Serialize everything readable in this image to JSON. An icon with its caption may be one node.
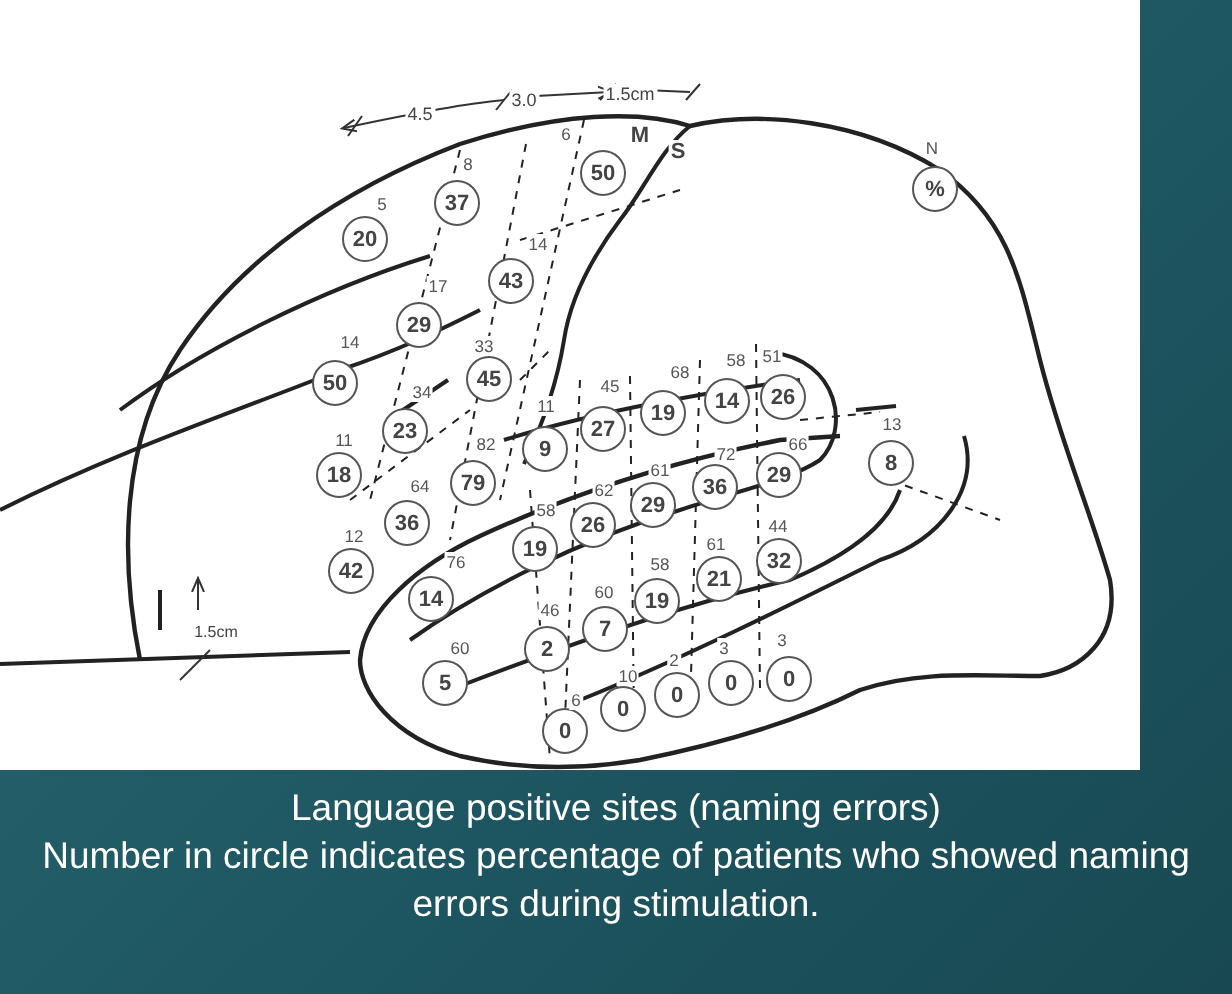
{
  "diagram": {
    "title": "Language positive sites (naming errors)",
    "caption": "Number in circle indicates percentage of patients who showed naming errors during stimulation.",
    "nodes": [
      {
        "text": [
          "50"
        ],
        "beside": [
          "6"
        ]
      },
      {
        "text": [
          "%"
        ],
        "beside": [
          "N"
        ]
      },
      {
        "text": [
          "37"
        ],
        "beside": [
          "8"
        ]
      },
      {
        "text": [
          "20"
        ],
        "beside": [
          "5"
        ]
      },
      {
        "text": [
          "43"
        ],
        "beside": [
          "14"
        ]
      },
      {
        "text": [
          "29"
        ],
        "beside": [
          "17"
        ]
      },
      {
        "text": [
          "50"
        ],
        "beside": [
          "14"
        ]
      },
      {
        "text": [
          "45"
        ],
        "beside": [
          "33"
        ]
      },
      {
        "text": [
          "26"
        ],
        "beside": [
          "51"
        ]
      },
      {
        "text": [
          "14"
        ],
        "beside": [
          "58"
        ]
      },
      {
        "text": [
          "19"
        ],
        "beside": [
          "68"
        ]
      },
      {
        "text": [
          "27"
        ],
        "beside": [
          "45"
        ]
      },
      {
        "text": [
          "23"
        ],
        "beside": [
          "34"
        ]
      },
      {
        "text": [
          "9"
        ],
        "beside": [
          "11"
        ]
      },
      {
        "text": [
          "8"
        ],
        "beside": [
          "13"
        ]
      },
      {
        "text": [
          "29"
        ],
        "beside": [
          "66"
        ]
      },
      {
        "text": [
          "18"
        ],
        "beside": [
          "11"
        ]
      },
      {
        "text": [
          "79"
        ],
        "beside": [
          "82"
        ]
      },
      {
        "text": [
          "36"
        ],
        "beside": [
          "72"
        ]
      },
      {
        "text": [
          "29"
        ],
        "beside": [
          "61"
        ]
      },
      {
        "text": [
          "36"
        ],
        "beside": [
          "64"
        ]
      },
      {
        "text": [
          "26"
        ],
        "beside": [
          "62"
        ]
      },
      {
        "text": [
          "19"
        ],
        "beside": [
          "58"
        ]
      },
      {
        "text": [
          "32"
        ],
        "beside": [
          "44"
        ]
      },
      {
        "text": [
          "42"
        ],
        "beside": [
          "12"
        ]
      },
      {
        "text": [
          "21"
        ],
        "beside": [
          "61"
        ]
      },
      {
        "text": [
          "14"
        ],
        "beside": [
          "76"
        ]
      },
      {
        "text": [
          "19"
        ],
        "beside": [
          "58"
        ]
      },
      {
        "text": [
          "7"
        ],
        "beside": [
          "60"
        ]
      },
      {
        "text": [
          "2"
        ],
        "beside": [
          "46"
        ]
      },
      {
        "text": [
          "5"
        ],
        "beside": [
          "60"
        ]
      },
      {
        "text": [
          "0"
        ],
        "beside": [
          "3"
        ]
      },
      {
        "text": [
          "0"
        ],
        "beside": [
          "3"
        ]
      },
      {
        "text": [
          "0"
        ],
        "beside": [
          "2"
        ]
      },
      {
        "text": [
          "0"
        ],
        "beside": [
          "10"
        ]
      },
      {
        "text": [
          "0"
        ],
        "beside": [
          "6"
        ]
      }
    ],
    "labels": [
      "4.5",
      "3.0",
      "1.5cm",
      "M",
      "S",
      "1.5cm"
    ]
  }
}
